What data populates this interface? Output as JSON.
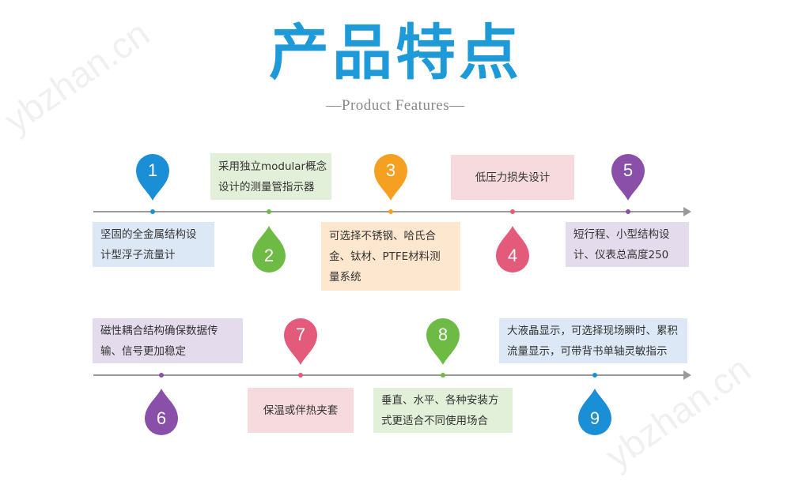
{
  "header": {
    "title": "产品特点",
    "subtitle": "—Product Features—"
  },
  "watermark": "ybzhan.cn",
  "colors": {
    "title": "#1d9ad7",
    "blue": "#1a8fd6",
    "green": "#6dbb45",
    "orange": "#f5a020",
    "pink": "#e45a7a",
    "purple": "#8a4fa8",
    "box_blue": "#dce8f5",
    "box_green": "#e2efd9",
    "box_orange": "#fde7cf",
    "box_pink": "#f6dadd",
    "box_purple": "#e4dcec",
    "line": "#9a9a9a"
  },
  "features": [
    {
      "num": "1",
      "color": "blue",
      "lines": [
        "坚固的全金属结构设",
        "计型浮子流量计"
      ]
    },
    {
      "num": "2",
      "color": "green",
      "lines": [
        "采用独立modular概念",
        "设计的测量管指示器"
      ]
    },
    {
      "num": "3",
      "color": "orange",
      "lines": [
        "可选择不锈钢、哈氏合",
        "金、钛材、PTFE材料测",
        "量系统"
      ]
    },
    {
      "num": "4",
      "color": "pink",
      "lines": [
        "低压力损失设计"
      ]
    },
    {
      "num": "5",
      "color": "purple",
      "lines": [
        "短行程、小型结构设",
        "计、仪表总高度250"
      ]
    },
    {
      "num": "6",
      "color": "purple",
      "lines": [
        "磁性耦合结构确保数据传",
        "输、信号更加稳定"
      ]
    },
    {
      "num": "7",
      "color": "pink",
      "lines": [
        "保温或伴热夹套"
      ]
    },
    {
      "num": "8",
      "color": "green",
      "lines": [
        "垂直、水平、各种安装方",
        "式更适合不同使用场合"
      ]
    },
    {
      "num": "9",
      "color": "blue",
      "lines": [
        "大液晶显示，可选择现场瞬时、累积",
        "流量显示，可带背书单轴灵敏指示"
      ]
    }
  ]
}
